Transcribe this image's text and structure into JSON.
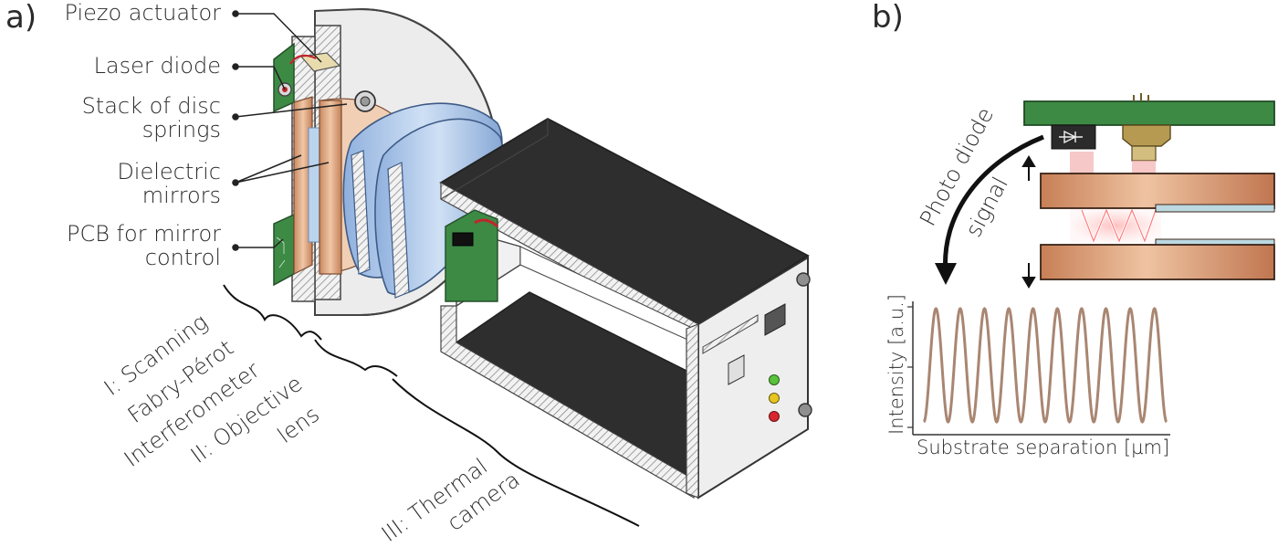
{
  "panels": {
    "a": "a)",
    "b": "b)"
  },
  "callouts": {
    "piezo": "Piezo actuator",
    "laser": "Laser diode",
    "springs_1": "Stack of disc",
    "springs_2": "springs",
    "mirrors_1": "Dielectric",
    "mirrors_2": "mirrors",
    "pcb_1": "PCB for mirror",
    "pcb_2": "control"
  },
  "components": {
    "fpi_1": "I: Scanning",
    "fpi_2": "Fabry-Pérot",
    "fpi_3": "Interferometer",
    "lens_1": "II: Objective",
    "lens_2": "lens",
    "cam_1": "III: Thermal",
    "cam_2": "camera"
  },
  "signal": {
    "line1": "Photo diode",
    "line2": "signal"
  },
  "plot": {
    "xlabel": "Substrate separation [µm]",
    "ylabel": "Intensity [a.u.]",
    "line_color": "#a98672",
    "cycles": 10
  },
  "colors": {
    "pcb_green": "#3d8a45",
    "copper": "#d7a384",
    "lens_blue": "#a9c4e6",
    "camera_dark": "#2e2e2e",
    "housing_grey": "#e9e9e9",
    "led_green": "#59c23b",
    "led_yellow": "#e6c51f",
    "led_red": "#d8262f"
  }
}
